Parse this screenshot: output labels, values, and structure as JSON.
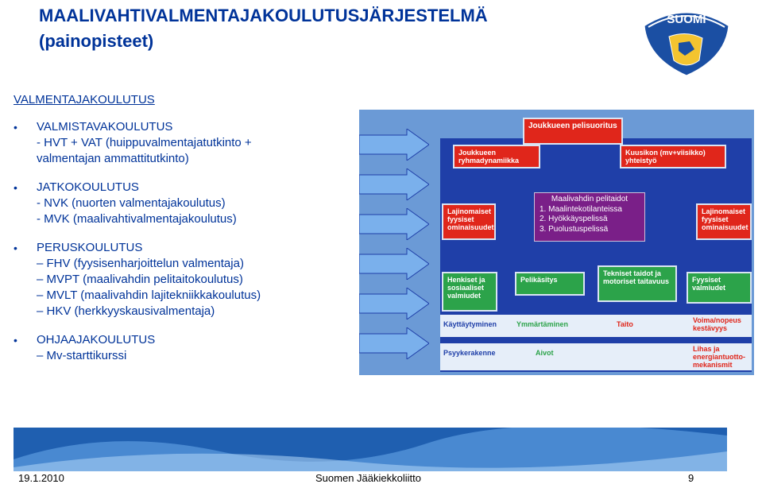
{
  "title_line1": "MAALIVAHTIVALMENTAJAKOULUTUSJÄRJESTELMÄ",
  "title_line2": "(painopisteet)",
  "logo_text": "SUOMI",
  "outline": {
    "heading": "VALMENTAJAKOULUTUS",
    "groups": [
      {
        "title": "VALMISTAVAKOULUTUS",
        "lines": [
          "- HVT + VAT (huippuvalmentajatutkinto +",
          "valmentajan ammattitutkinto)"
        ]
      },
      {
        "title": "JATKOKOULUTUS",
        "lines": [
          "- NVK (nuorten valmentajakoulutus)",
          "- MVK (maalivahtivalmentajakoulutus)"
        ]
      },
      {
        "title": "PERUSKOULUTUS",
        "lines": [
          "FHV (fyysisenharjoittelun valmentaja)",
          "MVPT (maalivahdin pelitaitokoulutus)",
          "MVLT (maalivahdin lajitekniikkakoulutus)",
          "HKV (herkkyyskausivalmentaja)"
        ]
      },
      {
        "title": "OHJAAJAKOULUTUS",
        "lines": [
          "Mv-starttikurssi"
        ]
      }
    ]
  },
  "diagram": {
    "top_box": "Joukkueen pelisuoritus",
    "box_ryhma": "Joukkueen ryhmadynamiikka",
    "box_kuusikon": "Kuusikon (mv+viisikko) yhteistyö",
    "box_laj_left": "Lajinomaiset fyysiset ominaisuudet",
    "box_laj_right": "Lajinomaiset fyysiset ominaisuudet",
    "box_henkiset_left": "Henkiset ja sosiaaliset valmiudet",
    "box_pelisaitys": "Pelikäsitys",
    "box_tekniset": "Tekniset taidot ja motoriset taitavuus",
    "box_fyysiset": "Fyysiset valmiudet",
    "band1": [
      "Käyttäytyminen",
      "Ymmärtäminen",
      "Taito",
      "Voima/nopeus kestävyys"
    ],
    "band2": [
      "Psyykerakenne",
      "Aivot",
      "Lihas ja energiantuotto-mekanismit"
    ]
  },
  "popup": {
    "title": "Maalivahdin pelitaidot",
    "items": [
      "1. Maalintekotilanteissa",
      "2. Hyökkäyspelissä",
      "3. Puolustuspelissä"
    ]
  },
  "footer": {
    "date": "19.1.2010",
    "org": "Suomen Jääkiekkoliitto",
    "page": "9"
  },
  "colors": {
    "primary": "#003399",
    "footer_blue": "#1f5fb0",
    "popup_purple": "#7a1f88"
  }
}
